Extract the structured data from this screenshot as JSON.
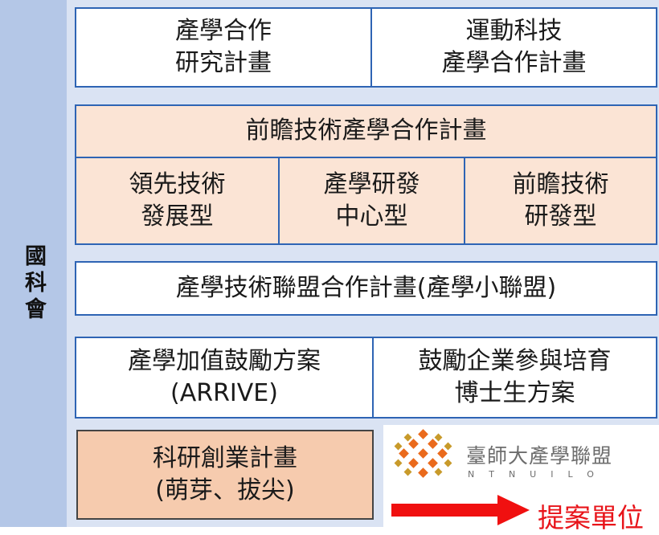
{
  "sidebar": {
    "label": "國科會"
  },
  "row1": {
    "left": "產學合作\n研究計畫",
    "right": "運動科技\n產學合作計畫"
  },
  "row2": {
    "header": "前瞻技術產學合作計畫",
    "sub": [
      "領先技術\n發展型",
      "產學研發\n中心型",
      "前瞻技術\n研發型"
    ]
  },
  "row3": {
    "label": "產學技術聯盟合作計畫(產學小聯盟)"
  },
  "row4": {
    "left": "產學加值鼓勵方案\n(ARRIVE)",
    "right": "鼓勵企業參與培育\n博士生方案"
  },
  "row5": {
    "left": "科研創業計畫\n(萌芽、拔尖)"
  },
  "logo": {
    "title": "臺師大產學聯盟",
    "subtitle": "NTNUILO"
  },
  "callout": {
    "label": "提案單位",
    "arrow_color": "#f01010",
    "label_color": "#e8141a"
  }
}
